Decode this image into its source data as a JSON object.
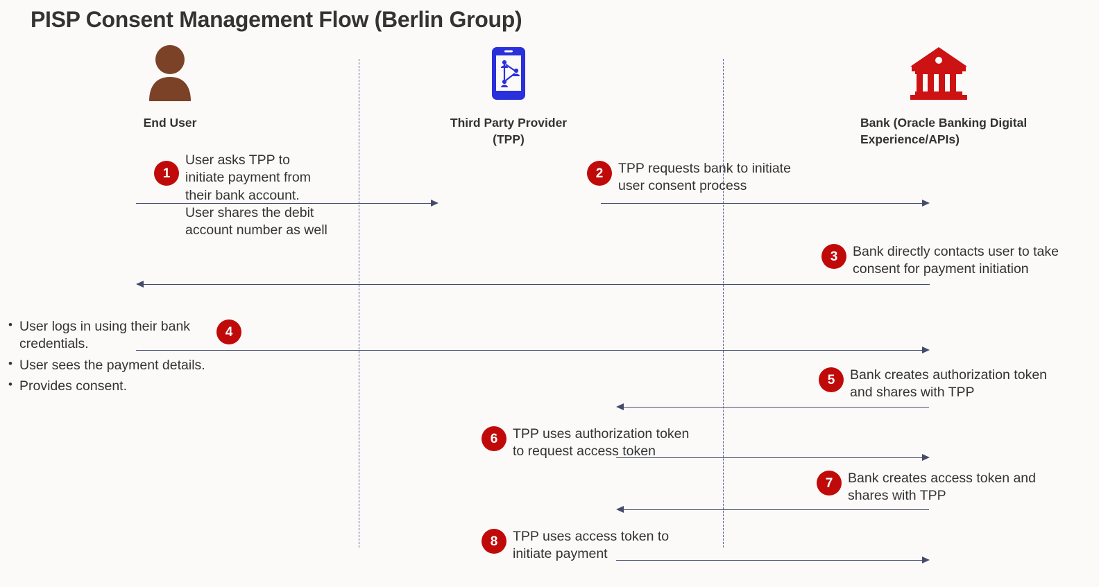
{
  "title": "PISP Consent Management Flow (Berlin Group)",
  "colors": {
    "background": "#FBFAF8",
    "title_text": "#333333",
    "badge_red": "#C00A0A",
    "arrow": "#454B6B",
    "lifeline": "#5B5F9E",
    "user_icon": "#7B4228",
    "phone_icon": "#2A30DB",
    "bank_icon": "#CC1212"
  },
  "actors": [
    {
      "id": "end-user",
      "label": "End User",
      "icon": "user-icon"
    },
    {
      "id": "tpp",
      "label": "Third Party\nProvider (TPP)",
      "icon": "mobile-network-icon"
    },
    {
      "id": "bank",
      "label": "Bank (Oracle Banking Digital\nExperience/APIs)",
      "icon": "bank-icon"
    }
  ],
  "steps": [
    {
      "number": "1",
      "text": "User asks TPP to\ninitiate payment from\ntheir bank account.\nUser shares the debit\naccount number as well",
      "from": "end-user",
      "to": "tpp",
      "direction": "right"
    },
    {
      "number": "2",
      "text": "TPP requests bank to initiate\nuser consent process",
      "from": "tpp",
      "to": "bank",
      "direction": "right"
    },
    {
      "number": "3",
      "text": "Bank directly contacts user to take\nconsent for payment initiation",
      "from": "bank",
      "to": "end-user",
      "direction": "left"
    },
    {
      "number": "4",
      "bullets": [
        "User logs in using their bank credentials.",
        "User sees the payment details.",
        "Provides consent."
      ],
      "from": "end-user",
      "to": "bank",
      "direction": "right"
    },
    {
      "number": "5",
      "text": "Bank creates authorization token\nand shares with TPP",
      "from": "bank",
      "to": "tpp",
      "direction": "left"
    },
    {
      "number": "6",
      "text": "TPP uses authorization token\nto request access token",
      "from": "tpp",
      "to": "bank",
      "direction": "right"
    },
    {
      "number": "7",
      "text": "Bank creates access token and\nshares with TPP",
      "from": "bank",
      "to": "tpp",
      "direction": "left"
    },
    {
      "number": "8",
      "text": "TPP uses access token to\ninitiate payment",
      "from": "tpp",
      "to": "bank",
      "direction": "right"
    }
  ]
}
